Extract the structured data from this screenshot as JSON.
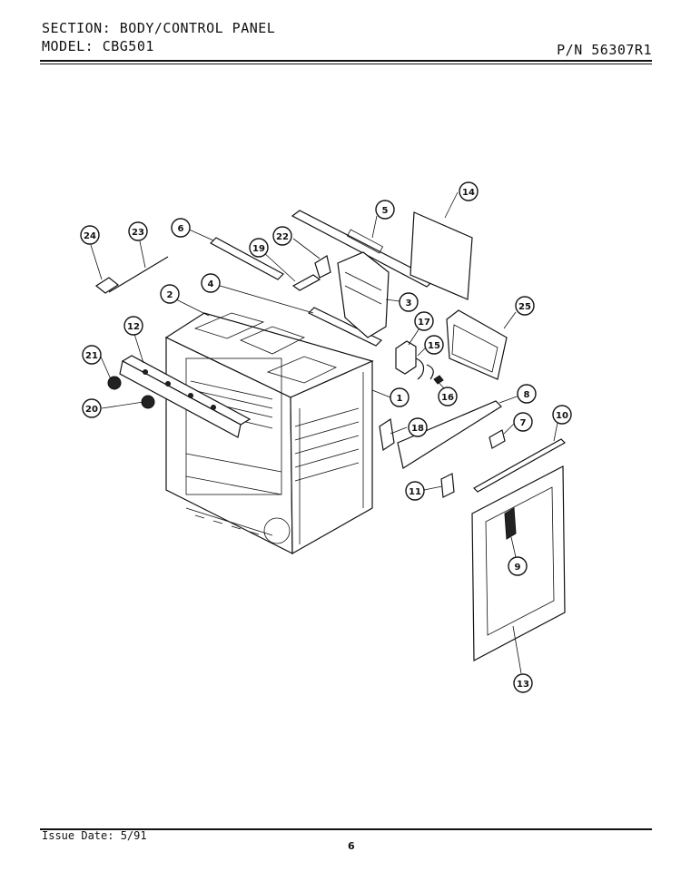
{
  "header": {
    "section_label": "SECTION:",
    "section_value": "BODY/CONTROL PANEL",
    "model_label": "MODEL:",
    "model_value": "CBG501",
    "part_number": "P/N 56307R1"
  },
  "footer": {
    "issue_date": "Issue Date: 5/91",
    "page_number": "6"
  },
  "callouts": [
    "1",
    "2",
    "3",
    "4",
    "5",
    "6",
    "7",
    "8",
    "9",
    "10",
    "11",
    "12",
    "13",
    "14",
    "15",
    "16",
    "17",
    "18",
    "19",
    "20",
    "21",
    "22",
    "23",
    "24",
    "25"
  ]
}
